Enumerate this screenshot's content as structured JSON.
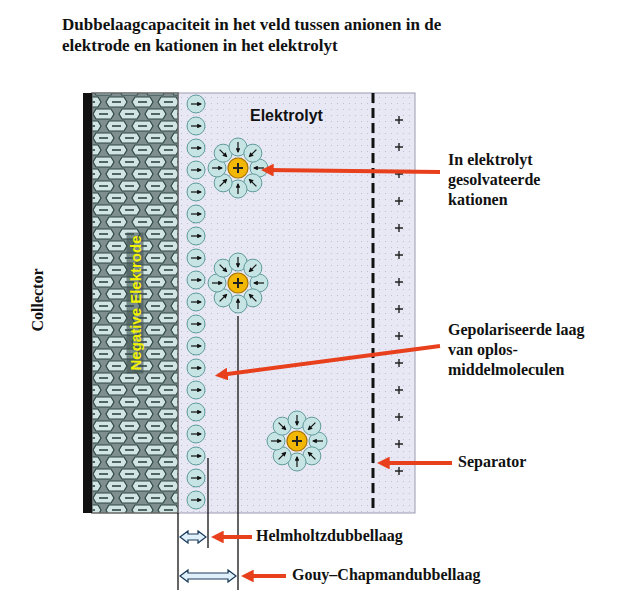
{
  "diagram": {
    "title": "Dubbelaagcapaciteit in het veld tussen anionen in de elektrode en kationen in het elektrolyt",
    "nodes": [
      {
        "text": [
          "Negative Elektrode"
        ]
      },
      {
        "text": [
          "Elektrolyt"
        ]
      }
    ],
    "labels": [
      "Collector",
      "In elektrolyt gesolvateerde kationen",
      "Gepolariseerde laag van oplos- middelmoleculen",
      "Separator",
      "Helmholtzdubbellaag",
      "Gouy–Chapmandubbellaag"
    ]
  }
}
